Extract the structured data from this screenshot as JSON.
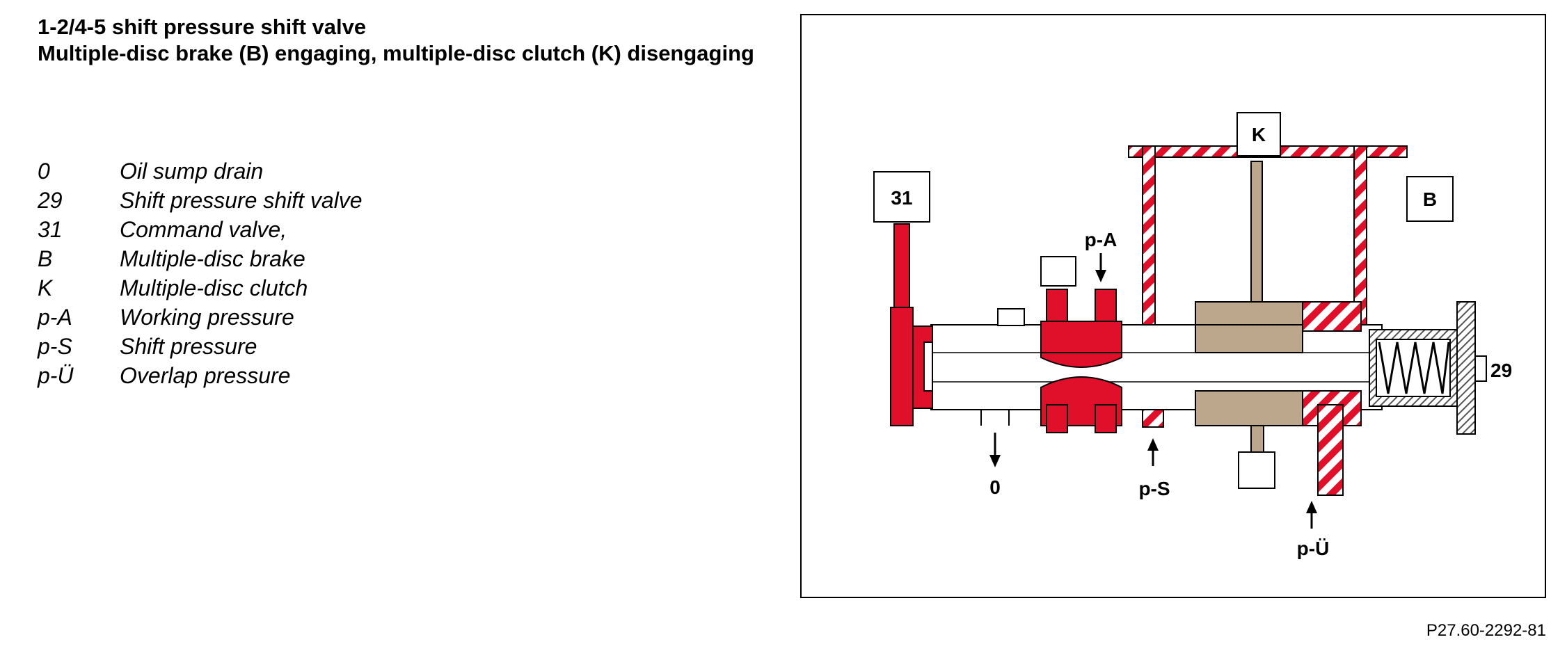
{
  "header": {
    "title_line1": "1-2/4-5 shift pressure shift valve",
    "title_line2": "Multiple-disc brake (B) engaging, multiple-disc clutch (K) disengaging"
  },
  "legend": [
    {
      "key": "0",
      "desc": "Oil sump drain"
    },
    {
      "key": "29",
      "desc": "Shift pressure shift valve"
    },
    {
      "key": "31",
      "desc": "Command valve,"
    },
    {
      "key": "B",
      "desc": "Multiple-disc brake"
    },
    {
      "key": "K",
      "desc": "Multiple-disc clutch"
    },
    {
      "key": "p-A",
      "desc": "Working pressure"
    },
    {
      "key": "p-S",
      "desc": "Shift pressure"
    },
    {
      "key": "p-Ü",
      "desc": "Overlap pressure"
    }
  ],
  "diagram": {
    "labels": {
      "command_valve": "31",
      "clutch": "K",
      "brake": "B",
      "shift_valve": "29",
      "sump": "0",
      "working_pressure": "p-A",
      "shift_pressure": "p-S",
      "overlap_pressure": "p-Ü"
    },
    "colors": {
      "pressure_red": "#e0102a",
      "clutch_tan": "#bda78c",
      "outline": "#000000"
    }
  },
  "footer": {
    "reference": "P27.60-2292-81"
  }
}
